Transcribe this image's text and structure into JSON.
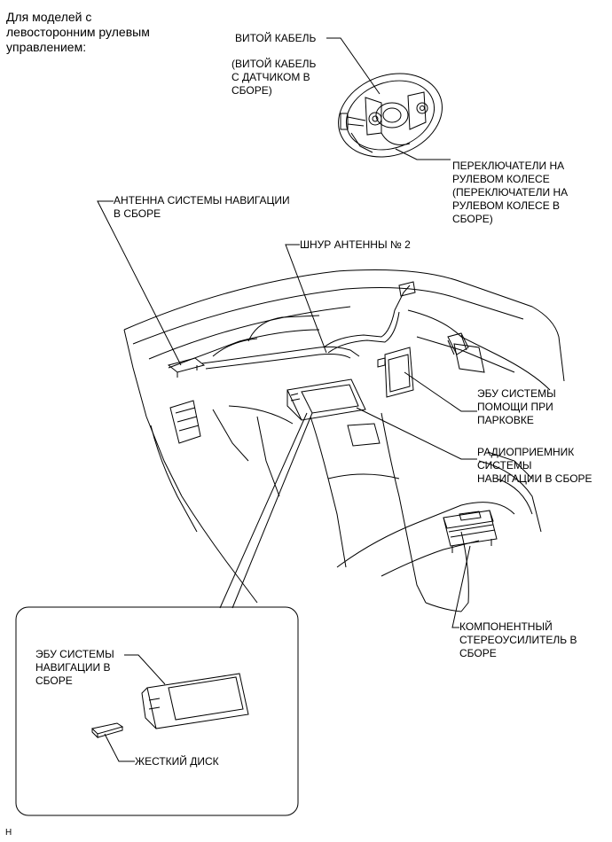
{
  "header": {
    "note": "Для моделей с\nлевосторонним рулевым\nуправлением:"
  },
  "labels": {
    "spiral_cable": "ВИТОЙ КАБЕЛЬ",
    "spiral_cable_sub": "(ВИТОЙ КАБЕЛЬ\nС ДАТЧИКОМ В\nСБОРЕ)",
    "steering_switches": "ПЕРЕКЛЮЧАТЕЛИ НА\nРУЛЕВОМ КОЛЕСЕ\n(ПЕРЕКЛЮЧАТЕЛИ НА\nРУЛЕВОМ КОЛЕСЕ В\nСБОРЕ)",
    "nav_antenna": "АНТЕННА СИСТЕМЫ НАВИГАЦИИ\nВ СБОРЕ",
    "antenna_cord_2": "ШНУР АНТЕННЫ № 2",
    "parking_assist_ecu": "ЭБУ СИСТЕМЫ\nПОМОЩИ ПРИ\nПАРКОВКЕ",
    "nav_radio": "РАДИОПРИЕМНИК\nСИСТЕМЫ\nНАВИГАЦИИ В СБОРЕ",
    "stereo_amp": "КОМПОНЕНТНЫЙ\nСТЕРЕОУСИЛИТЕЛЬ В\nСБОРЕ",
    "nav_ecu": "ЭБУ СИСТЕМЫ\nНАВИГАЦИИ В\nСБОРЕ",
    "hard_disk": "ЖЕСТКИЙ ДИСК"
  },
  "footer": {
    "mark": "H"
  }
}
